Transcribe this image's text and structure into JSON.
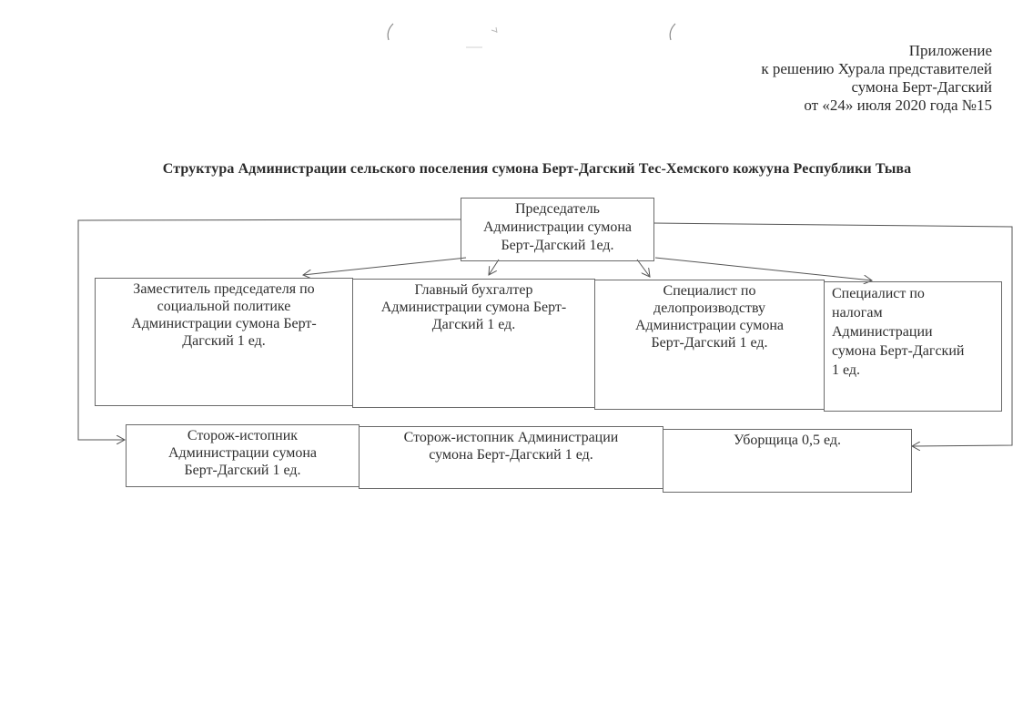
{
  "header": {
    "line1": "Приложение",
    "line2": "к решению Хурала представителей",
    "line3": "сумона Берт-Дагский",
    "line4": "от «24» июля 2020 года №15"
  },
  "title": "Структура Администрации сельского поселения сумона Берт-Дагский Тес-Хемского кожууна Республики Тыва",
  "chairman": {
    "line1": "Председатель",
    "line2": "Администрации сумона",
    "line3": "Берт-Дагский 1ед."
  },
  "row1": [
    {
      "lines": [
        "Заместитель председателя по",
        "социальной политике",
        "Администрации сумона Берт-",
        "Дагский 1 ед."
      ]
    },
    {
      "lines": [
        "Главный бухгалтер",
        "Администрации сумона Берт-",
        "Дагский 1 ед."
      ]
    },
    {
      "lines": [
        "Специалист по",
        "делопроизводству",
        "Администрации сумона",
        "Берт-Дагский 1 ед."
      ]
    },
    {
      "lines": [
        "Специалист по",
        "налогам",
        "Администрации",
        "сумона Берт-Дагский",
        "1 ед."
      ]
    }
  ],
  "row2": [
    {
      "lines": [
        "Сторож-истопник",
        "Администрации сумона",
        "Берт-Дагский 1 ед."
      ]
    },
    {
      "lines": [
        "Сторож-истопник Администрации",
        "сумона Берт-Дагский 1 ед."
      ]
    },
    {
      "lines": [
        "Уборщица 0,5 ед."
      ]
    }
  ]
}
